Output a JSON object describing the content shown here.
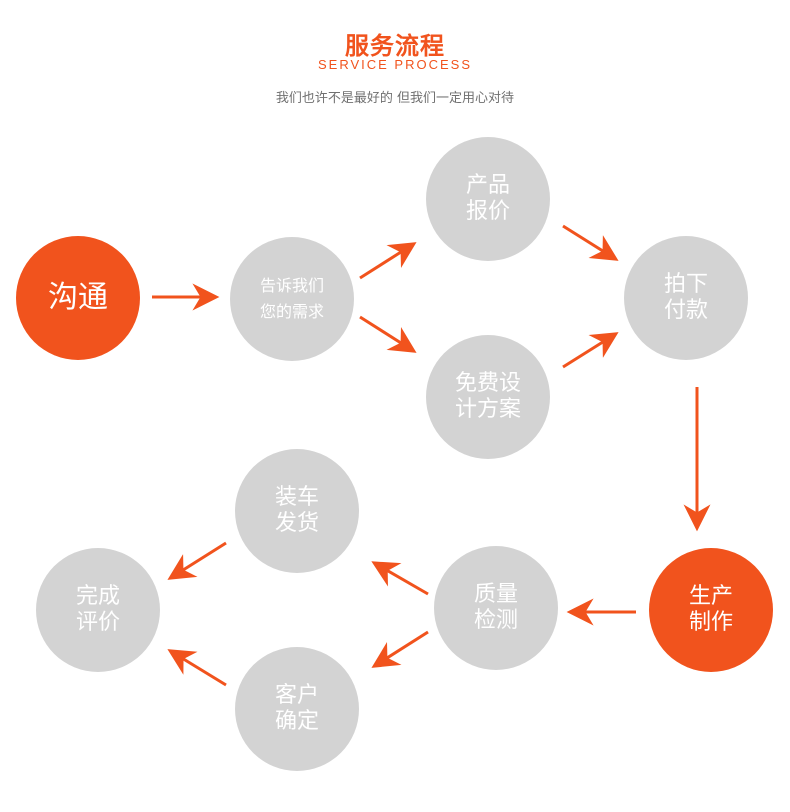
{
  "header": {
    "title": "服务流程",
    "subtitle": "SERVICE PROCESS",
    "tagline": "我们也许不是最好的 但我们一定用心对待"
  },
  "colors": {
    "accent": "#f1531d",
    "node_gray": "#d3d3d3",
    "text_gray": "#707070"
  },
  "steps": {
    "communicate": "沟通",
    "requirements": "告诉我们\n您的需求",
    "quote": "产品\n报价",
    "design": "免费设\n计方案",
    "payment": "拍下\n付款",
    "production": "生产\n制作",
    "inspection": "质量\n检测",
    "shipping": "装车\n发货",
    "confirm": "客户\n确定",
    "review": "完成\n评价"
  },
  "flow": [
    [
      "communicate",
      "requirements"
    ],
    [
      "requirements",
      "quote"
    ],
    [
      "requirements",
      "design"
    ],
    [
      "quote",
      "payment"
    ],
    [
      "design",
      "payment"
    ],
    [
      "payment",
      "production"
    ],
    [
      "production",
      "inspection"
    ],
    [
      "inspection",
      "shipping"
    ],
    [
      "inspection",
      "confirm"
    ],
    [
      "shipping",
      "review"
    ],
    [
      "confirm",
      "review"
    ]
  ]
}
